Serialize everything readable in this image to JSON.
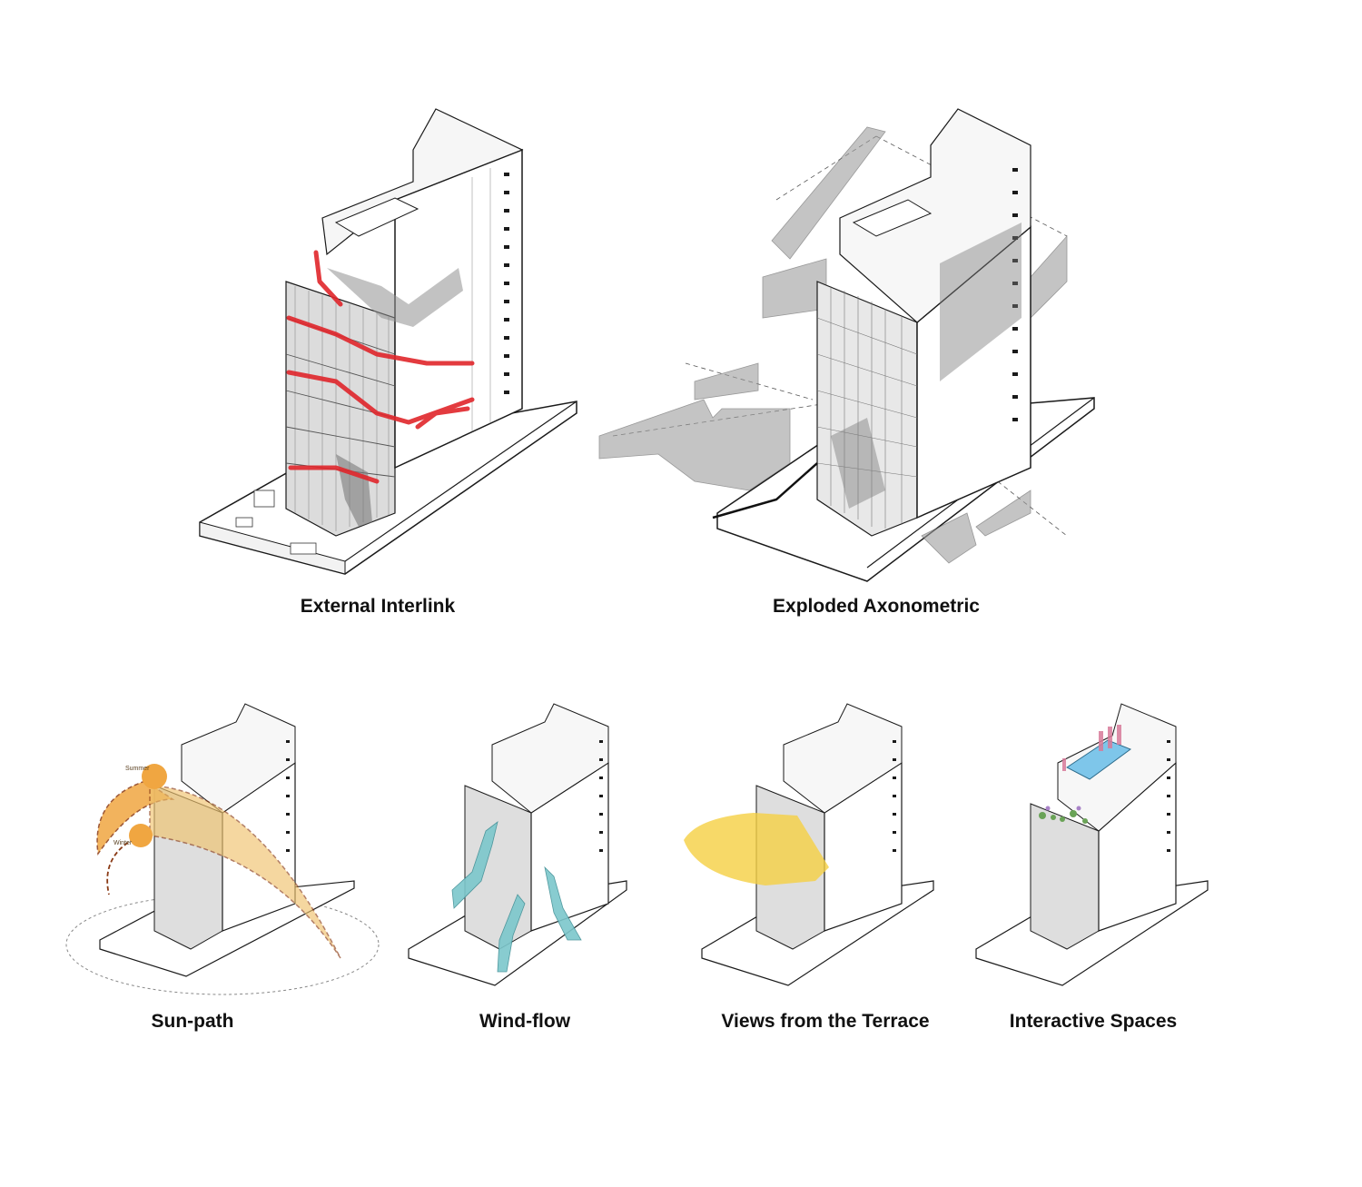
{
  "captions": {
    "external_interlink": "External Interlink",
    "exploded_axonometric": "Exploded Axonometric",
    "sun_path": "Sun-path",
    "wind_flow": "Wind-flow",
    "views_from_terrace": "Views from the Terrace",
    "interactive_spaces": "Interactive Spaces"
  },
  "sun_path_labels": {
    "summer": "Summer",
    "winter": "Winter"
  },
  "colors": {
    "interlink_red": "#e0262b",
    "sun_orange": "#f0a641",
    "wind_teal": "#7cc7cc",
    "view_yellow": "#f5d042",
    "pool_blue": "#7ec6ea",
    "glass_grey": "#b8b8b8",
    "line": "#1a1a1a"
  }
}
